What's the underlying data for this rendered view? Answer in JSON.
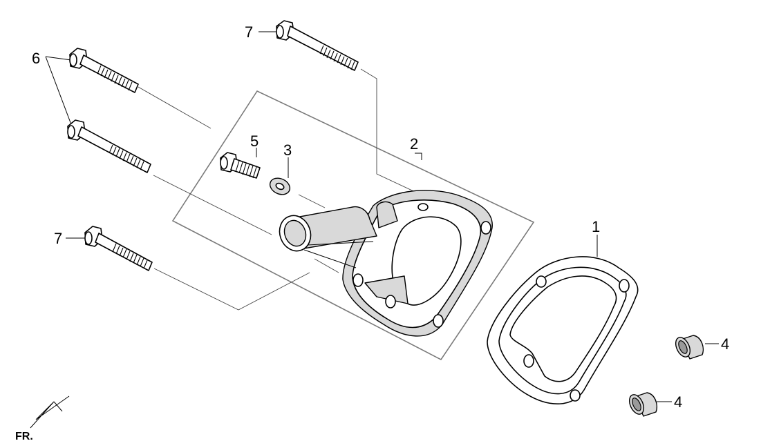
{
  "callouts": {
    "c1": "1",
    "c2": "2",
    "c3": "3",
    "c4a": "4",
    "c4b": "4",
    "c5": "5",
    "c6": "6",
    "c7a": "7",
    "c7b": "7"
  },
  "direction_marker": {
    "label": "FR."
  },
  "colors": {
    "line": "#000000",
    "frame": "#7a7a7a",
    "fill_light": "#d9d9d9"
  }
}
